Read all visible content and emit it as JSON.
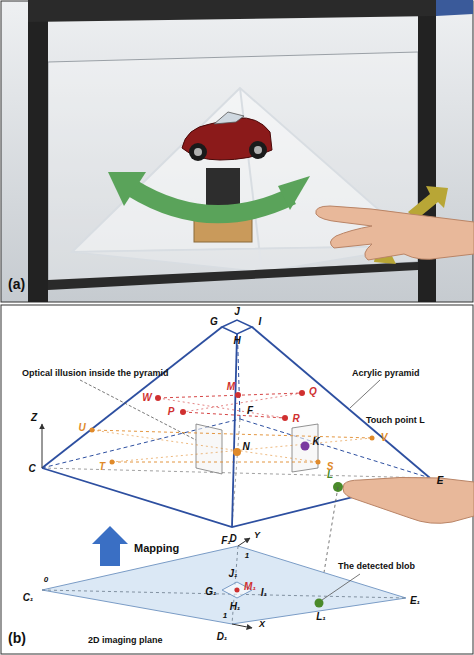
{
  "diagram": {
    "labels": [
      "(a)",
      "G",
      "J",
      "I",
      "H",
      "Optical illusion inside the pyramid",
      "W",
      "M",
      "Q",
      "Acrylic pyramid",
      "P",
      "F",
      "R",
      "Z",
      "U",
      "V",
      "Touch point L",
      "C",
      "N",
      "K",
      "L",
      "E",
      "T",
      "S",
      "D",
      "Mapping",
      "F₁",
      "Y",
      "1",
      "0",
      "J₁",
      "M₁",
      "I₁",
      "G₁",
      "H₁",
      "C₁",
      "The detected blob",
      "E₁",
      "L₁",
      "1",
      "X",
      "D₁",
      "2D imaging plane",
      "(b)"
    ]
  }
}
